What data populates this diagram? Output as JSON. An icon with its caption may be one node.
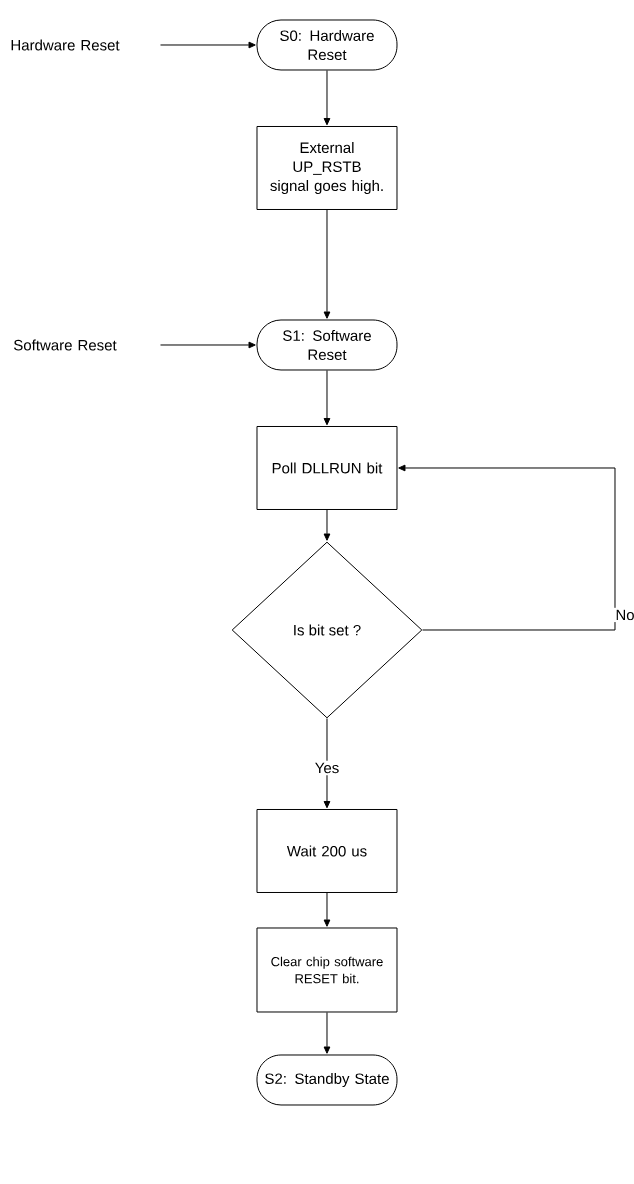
{
  "diagram": {
    "nodes": [
      {
        "text": [
          "Hardware Reset"
        ]
      },
      {
        "text": [
          "S0: Hardware Reset"
        ]
      },
      {
        "text": [
          "External UP_RSTB signal goes high."
        ]
      },
      {
        "text": [
          "Software Reset"
        ]
      },
      {
        "text": [
          "S1: Software Reset"
        ]
      },
      {
        "text": [
          "Poll DLLRUN bit"
        ]
      },
      {
        "text": [
          "Is bit set ?"
        ]
      },
      {
        "text": [
          "Wait 200 us"
        ]
      },
      {
        "text": [
          "Clear chip software RESET bit."
        ]
      },
      {
        "text": [
          "S2: Standby State"
        ]
      }
    ],
    "edges": [
      {
        "from": 0,
        "to": 1,
        "arrow": "to"
      },
      {
        "from": 1,
        "to": 2,
        "arrow": "to"
      },
      {
        "from": 2,
        "to": 4,
        "arrow": "to"
      },
      {
        "from": 3,
        "to": 4,
        "arrow": "to"
      },
      {
        "from": 4,
        "to": 5,
        "arrow": "to"
      },
      {
        "from": 5,
        "to": 6,
        "arrow": "to"
      },
      {
        "from": 6,
        "to": 5,
        "arrow": "to",
        "label": "No"
      },
      {
        "from": 6,
        "to": 7,
        "arrow": "to",
        "label": "Yes"
      },
      {
        "from": 7,
        "to": 8,
        "arrow": "to"
      },
      {
        "from": 8,
        "to": 9,
        "arrow": "to"
      }
    ]
  }
}
